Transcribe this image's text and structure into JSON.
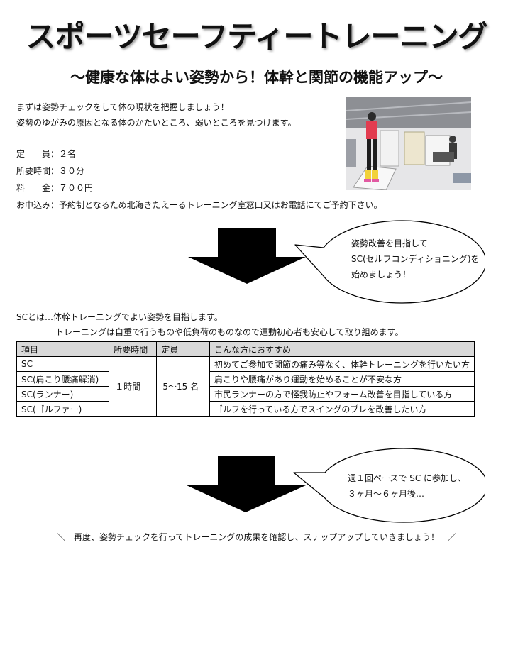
{
  "title": "スポーツセーフティートレーニング",
  "subtitle": "～健康な体はよい姿勢から！体幹と関節の機能アップ～",
  "intro": [
    "まずは姿勢チェックをして体の現状を把握しましょう！",
    "姿勢のゆがみの原因となる体のかたいところ、弱いところを見つけます。"
  ],
  "details": [
    {
      "label": "定　　員：",
      "value": "２名"
    },
    {
      "label": "所要時間：",
      "value": "３０分"
    },
    {
      "label": "料　　金：",
      "value": "７００円"
    },
    {
      "label": "お申込み：",
      "value": "予約制となるため北海きたえーるトレーニング室窓口又はお電話にてご予約下さい。"
    }
  ],
  "bubble1": [
    "姿勢改善を目指して",
    "SC(セルフコンディショニング)を",
    "始めましょう！"
  ],
  "sc_intro": [
    "SCとは…体幹トレーニングでよい姿勢を目指します。",
    "トレーニングは自重で行うものや低負荷のものなので運動初心者も安心して取り組めます。"
  ],
  "table": {
    "headers": [
      "項目",
      "所要時間",
      "定員",
      "こんな方におすすめ"
    ],
    "time": "１時間",
    "capacity": "5～15 名",
    "rows": [
      {
        "item": "SC",
        "recommend": "初めてご参加で関節の痛み等なく、体幹トレーニングを行いたい方"
      },
      {
        "item": "SC(肩こり腰痛解消)",
        "recommend": "肩こりや腰痛があり運動を始めることが不安な方"
      },
      {
        "item": "SC(ランナー)",
        "recommend": "市民ランナーの方で怪我防止やフォーム改善を目指している方"
      },
      {
        "item": "SC(ゴルファー)",
        "recommend": "ゴルフを行っている方でスイングのブレを改善したい方"
      }
    ]
  },
  "bubble2": [
    "週１回ペースで SC に参加し、",
    "３ヶ月～６ヶ月後…"
  ],
  "footer": "＼　再度、姿勢チェックを行ってトレーニングの成果を確認し、ステップアップしていきましょう！　／"
}
